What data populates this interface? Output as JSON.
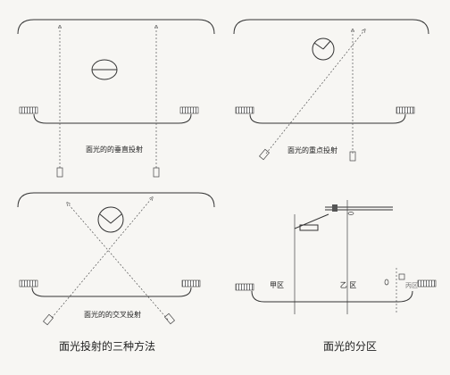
{
  "panels": {
    "vertical": {
      "caption": "面光的的垂直投射"
    },
    "focus": {
      "caption": "面光的重点投射"
    },
    "cross": {
      "caption": "面光的的交叉投射"
    },
    "zones": {
      "zone_a": "甲区",
      "zone_b": "乙 区",
      "zone_c": "丙区"
    }
  },
  "footer": {
    "left_title": "面光投射的三种方法",
    "right_title": "面光的分区"
  }
}
